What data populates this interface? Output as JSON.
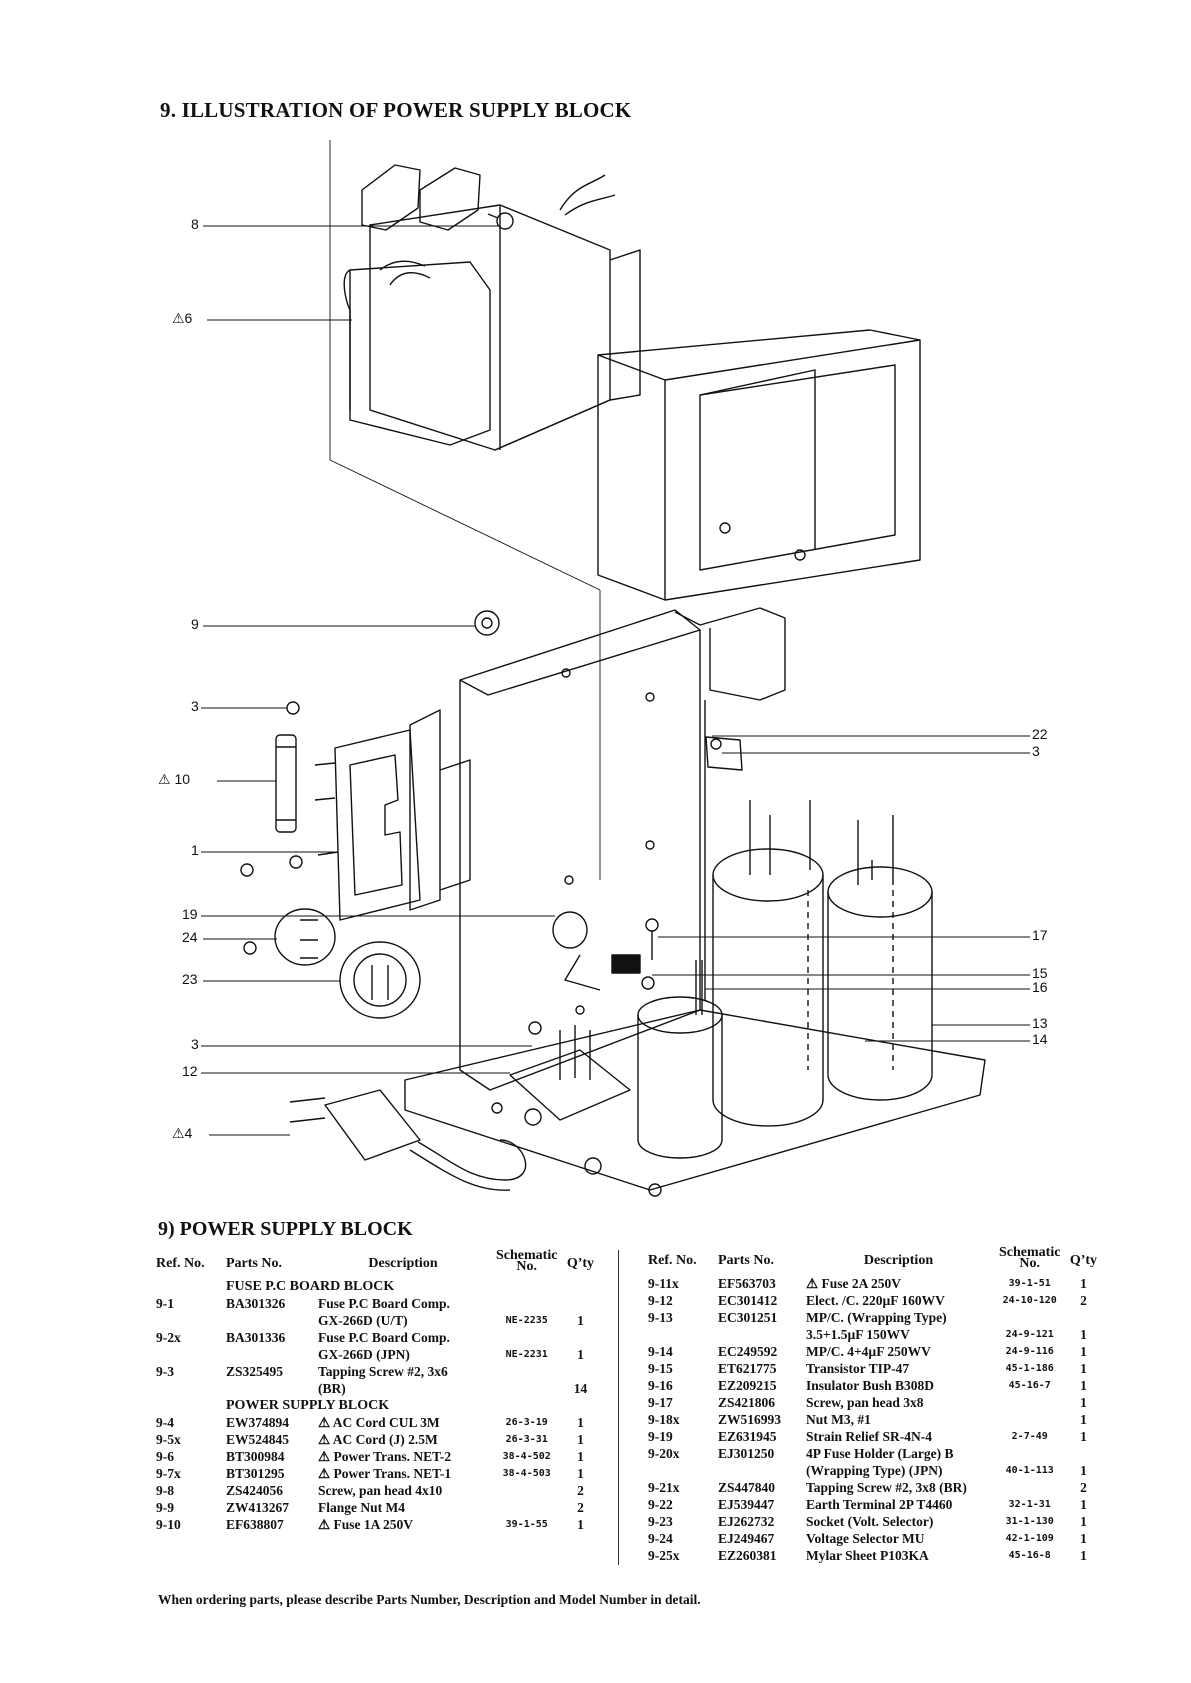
{
  "title": "9.  ILLUSTRATION OF POWER SUPPLY BLOCK",
  "callouts": {
    "c8": "8",
    "c6": "⚠6",
    "c9": "9",
    "c3a": "3",
    "c10": "⚠ 10",
    "c1": "1",
    "c19": "19",
    "c24": "24",
    "c23": "23",
    "c3b": "3",
    "c12": "12",
    "c4": "⚠4",
    "c22": "22",
    "c3c": "3",
    "c17": "17",
    "c15": "15",
    "c16": "16",
    "c13": "13",
    "c14": "14"
  },
  "section_title": "9) POWER SUPPLY BLOCK",
  "headers": {
    "ref": "Ref. No.",
    "parts": "Parts No.",
    "desc": "Description",
    "schem1": "Schematic",
    "schem2": "No.",
    "qty": "Q’ty"
  },
  "left": {
    "group1": "FUSE P.C BOARD BLOCK",
    "group2": "POWER SUPPLY BLOCK",
    "rows": [
      {
        "ref": "9-1",
        "part": "BA301326",
        "desc": "Fuse P.C Board Comp.",
        "sch": "",
        "qty": ""
      },
      {
        "ref": "",
        "part": "",
        "desc": "GX-266D (U/T)",
        "sch": "NE-2235",
        "qty": "1"
      },
      {
        "ref": "9-2x",
        "part": "BA301336",
        "desc": "Fuse P.C Board Comp.",
        "sch": "",
        "qty": ""
      },
      {
        "ref": "",
        "part": "",
        "desc": "GX-266D (JPN)",
        "sch": "NE-2231",
        "qty": "1"
      },
      {
        "ref": "9-3",
        "part": "ZS325495",
        "desc": "Tapping Screw #2, 3x6",
        "sch": "",
        "qty": ""
      },
      {
        "ref": "",
        "part": "",
        "desc": "(BR)",
        "sch": "",
        "qty": "14"
      },
      {
        "ref": "9-4",
        "part": "EW374894",
        "desc": "⚠ AC Cord CUL 3M",
        "sch": "26-3-19",
        "qty": "1"
      },
      {
        "ref": "9-5x",
        "part": "EW524845",
        "desc": "⚠ AC Cord (J) 2.5M",
        "sch": "26-3-31",
        "qty": "1"
      },
      {
        "ref": "9-6",
        "part": "BT300984",
        "desc": "⚠ Power Trans. NET-2",
        "sch": "38-4-502",
        "qty": "1"
      },
      {
        "ref": "9-7x",
        "part": "BT301295",
        "desc": "⚠ Power Trans. NET-1",
        "sch": "38-4-503",
        "qty": "1"
      },
      {
        "ref": "9-8",
        "part": "ZS424056",
        "desc": "Screw, pan head 4x10",
        "sch": "",
        "qty": "2"
      },
      {
        "ref": "9-9",
        "part": "ZW413267",
        "desc": "Flange Nut M4",
        "sch": "",
        "qty": "2"
      },
      {
        "ref": "9-10",
        "part": "EF638807",
        "desc": "⚠ Fuse 1A 250V",
        "sch": "39-1-55",
        "qty": "1"
      }
    ]
  },
  "right": {
    "rows": [
      {
        "ref": "9-11x",
        "part": "EF563703",
        "desc": "⚠ Fuse 2A 250V",
        "sch": "39-1-51",
        "qty": "1"
      },
      {
        "ref": "9-12",
        "part": "EC301412",
        "desc": "Elect. /C. 220µF 160WV",
        "sch": "24-10-120",
        "qty": "2"
      },
      {
        "ref": "9-13",
        "part": "EC301251",
        "desc": "MP/C. (Wrapping Type)",
        "sch": "",
        "qty": ""
      },
      {
        "ref": "",
        "part": "",
        "desc": "3.5+1.5µF 150WV",
        "sch": "24-9-121",
        "qty": "1"
      },
      {
        "ref": "9-14",
        "part": "EC249592",
        "desc": "MP/C. 4+4µF 250WV",
        "sch": "24-9-116",
        "qty": "1"
      },
      {
        "ref": "9-15",
        "part": "ET621775",
        "desc": "Transistor TIP-47",
        "sch": "45-1-186",
        "qty": "1"
      },
      {
        "ref": "9-16",
        "part": "EZ209215",
        "desc": "Insulator Bush B308D",
        "sch": "45-16-7",
        "qty": "1"
      },
      {
        "ref": "9-17",
        "part": "ZS421806",
        "desc": "Screw, pan head 3x8",
        "sch": "",
        "qty": "1"
      },
      {
        "ref": "9-18x",
        "part": "ZW516993",
        "desc": "Nut M3, #1",
        "sch": "",
        "qty": "1"
      },
      {
        "ref": "9-19",
        "part": "EZ631945",
        "desc": "Strain Relief SR-4N-4",
        "sch": "2-7-49",
        "qty": "1"
      },
      {
        "ref": "9-20x",
        "part": "EJ301250",
        "desc": "4P Fuse Holder (Large) B",
        "sch": "",
        "qty": ""
      },
      {
        "ref": "",
        "part": "",
        "desc": "(Wrapping Type) (JPN)",
        "sch": "40-1-113",
        "qty": "1"
      },
      {
        "ref": "9-21x",
        "part": "ZS447840",
        "desc": "Tapping Screw #2, 3x8 (BR)",
        "sch": "",
        "qty": "2"
      },
      {
        "ref": "9-22",
        "part": "EJ539447",
        "desc": "Earth Terminal 2P T4460",
        "sch": "32-1-31",
        "qty": "1"
      },
      {
        "ref": "9-23",
        "part": "EJ262732",
        "desc": "Socket (Volt. Selector)",
        "sch": "31-1-130",
        "qty": "1"
      },
      {
        "ref": "9-24",
        "part": "EJ249467",
        "desc": "Voltage Selector MU",
        "sch": "42-1-109",
        "qty": "1"
      },
      {
        "ref": "9-25x",
        "part": "EZ260381",
        "desc": "Mylar Sheet P103KA",
        "sch": "45-16-8",
        "qty": "1"
      }
    ]
  },
  "footer": "When ordering parts, please describe Parts Number, Description and Model Number in detail."
}
